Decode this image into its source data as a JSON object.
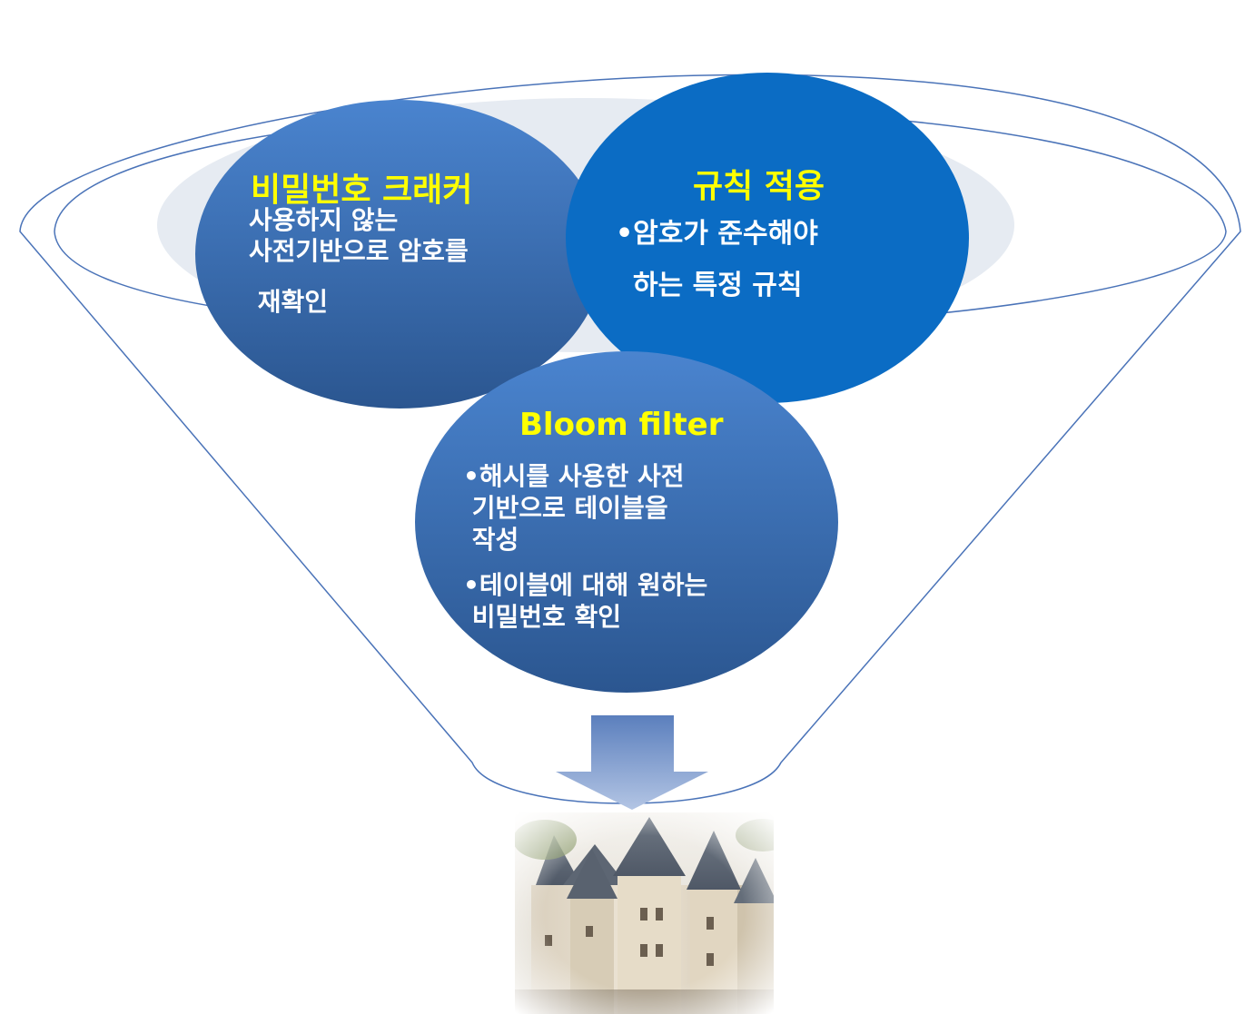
{
  "colors": {
    "funnel_outline": "#4a73b8",
    "background_ellipse": "#e6ebf2",
    "circle_gradient_top": "#4a82cc",
    "circle_gradient_bottom": "#2c5590",
    "right_circle": "#0b6cc4",
    "title_yellow": "#ffff00",
    "arrow_top": "#5a7fbf",
    "arrow_bottom": "#a8bde0"
  },
  "left_circle": {
    "title": "비밀번호 크래커",
    "lines": [
      "사용하지 않는",
      "사전기반으로 암호를",
      " 재확인"
    ]
  },
  "right_circle": {
    "title": "규칙 적용",
    "lines": [
      "•암호가 준수해야",
      "하는 특정 규칙"
    ]
  },
  "bottom_circle": {
    "title": "Bloom filter",
    "bullets": [
      {
        "lines": [
          "•해시를 사용한 사전",
          " 기반으로 테이블을",
          " 작성"
        ]
      },
      {
        "lines": [
          "•테이블에 대해 원하는",
          " 비밀번호 확인"
        ]
      }
    ]
  },
  "image": {
    "icon": "castle-photo"
  }
}
